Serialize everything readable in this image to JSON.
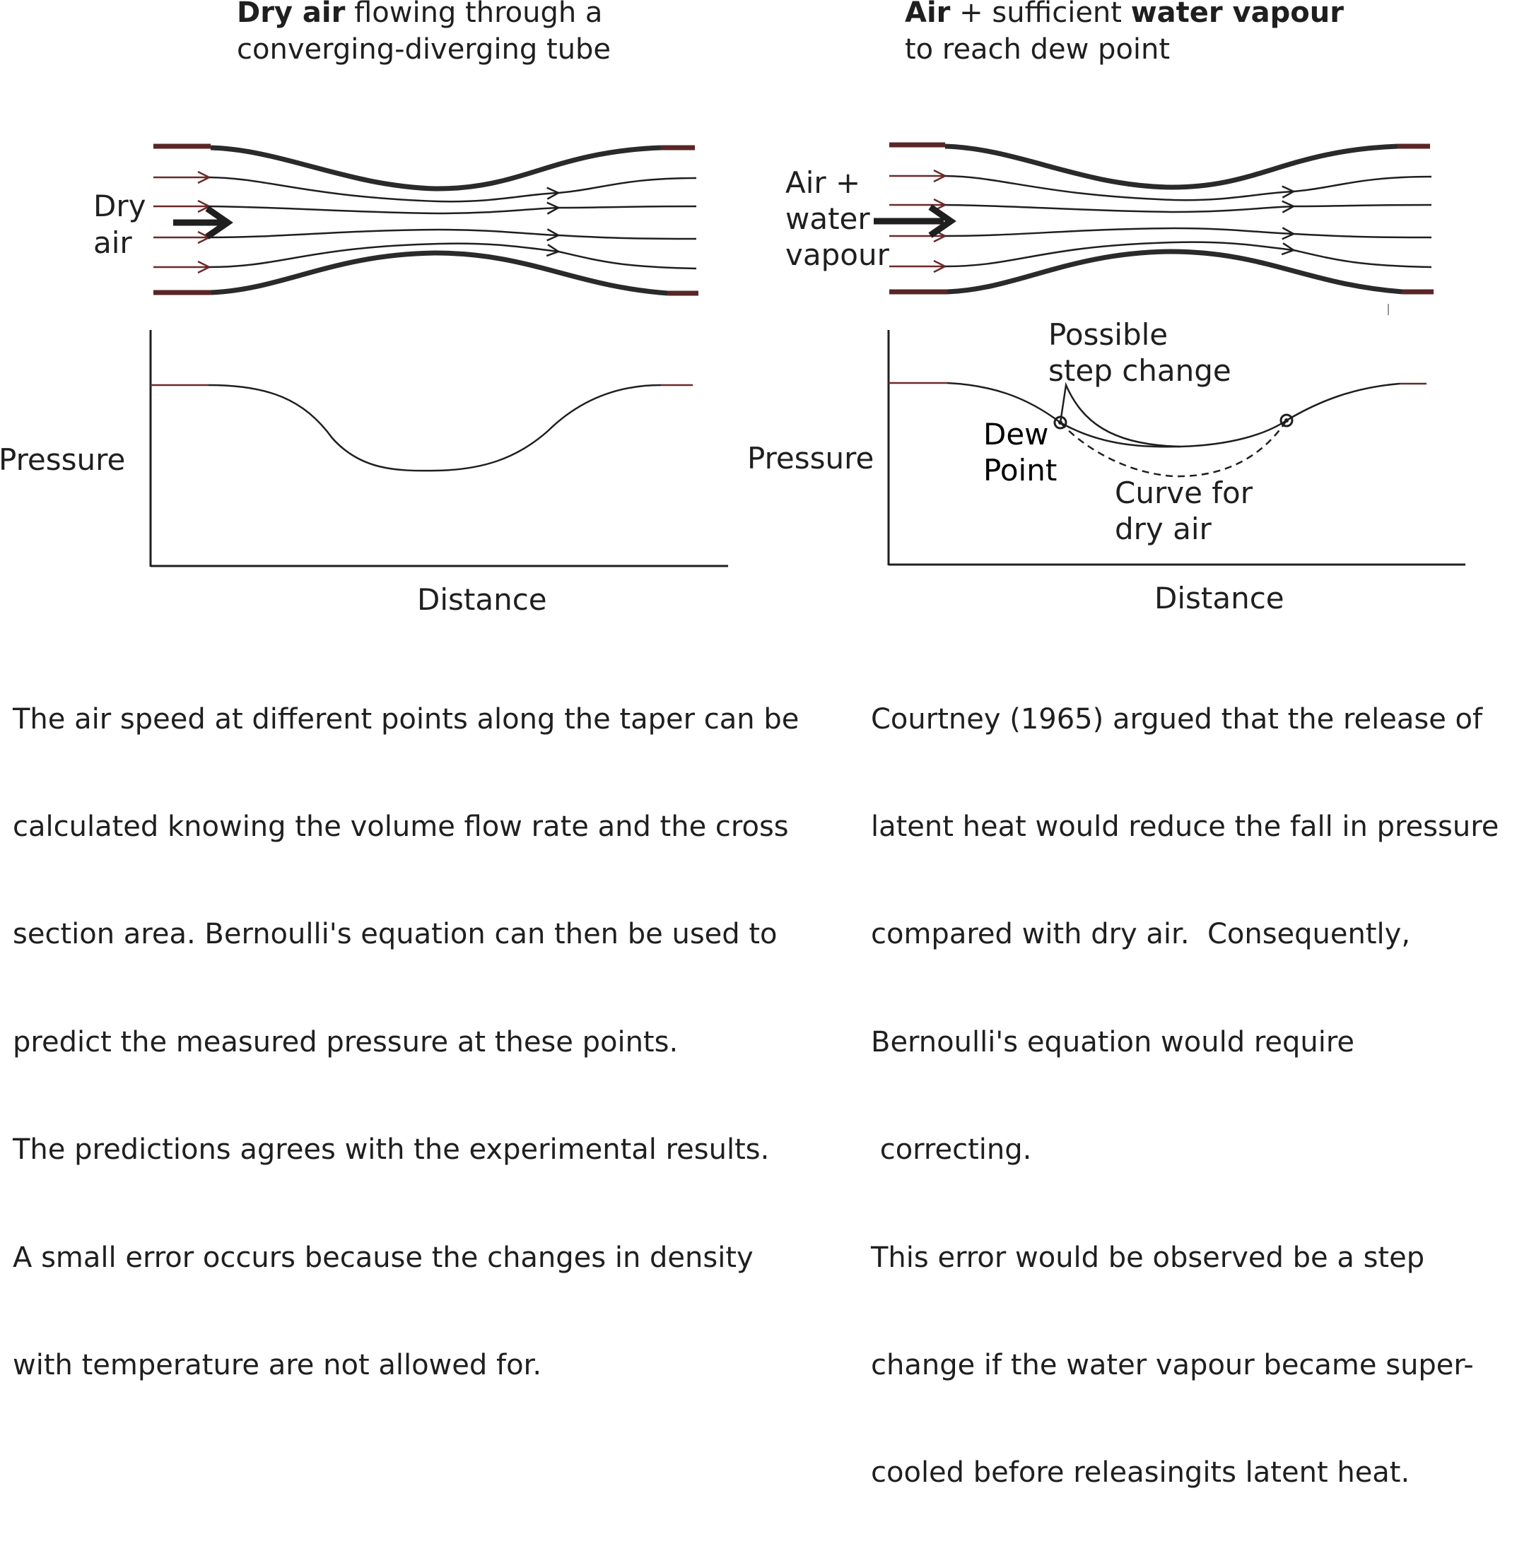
{
  "left_panel": {
    "title_bold": "Dry air",
    "title_rest_line1": " flowing through a",
    "title_line2": "converging-diverging tube",
    "inlet_label_line1": "Dry",
    "inlet_label_line2": "air",
    "y_axis_label": "Pressure",
    "x_axis_label": "Distance",
    "explanation": [
      "The air speed at different points along the taper can be",
      "calculated knowing the volume flow rate and the cross",
      "section area. Bernoulli's equation can then be used to",
      "predict the measured pressure at these points.",
      "The predictions agrees with the experimental results.",
      "A small error occurs because the changes in density",
      "with temperature are not allowed for."
    ]
  },
  "right_panel": {
    "title_bold1": "Air",
    "title_mid": " + sufficient ",
    "title_bold2": "water vapour",
    "title_line2": "to reach dew point",
    "inlet_label_line1": "Air +",
    "inlet_label_line2": "water",
    "inlet_label_line3": "vapour",
    "y_axis_label": "Pressure",
    "x_axis_label": "Distance",
    "annotation_step_line1": "Possible",
    "annotation_step_line2": "step change",
    "annotation_dew_line1": "Dew",
    "annotation_dew_line2": "Point",
    "annotation_dry_line1": "Curve for",
    "annotation_dry_line2": "dry air",
    "explanation": [
      "Courtney (1965) argued that the release of",
      "latent heat would reduce the fall in pressure",
      "compared with dry air.  Consequently,",
      "Bernoulli's equation would require",
      " correcting.",
      "This error would be observed be a step",
      "change if the water vapour became super-",
      "cooled before releasingits latent heat."
    ]
  },
  "colors": {
    "ink": "#1f1f1f",
    "wall": "#2a2a2a",
    "pipe_end": "#5a2525",
    "arrow_red": "#6b2a2a"
  }
}
